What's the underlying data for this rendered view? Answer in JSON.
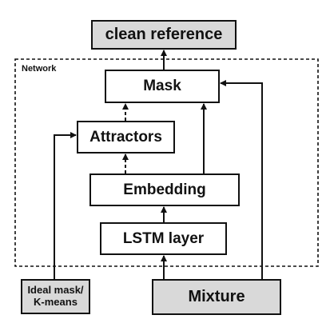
{
  "diagram": {
    "network_label": "Network",
    "nodes": {
      "clean_reference": "clean reference",
      "mask": "Mask",
      "attractors": "Attractors",
      "embedding": "Embedding",
      "lstm_layer": "LSTM layer",
      "ideal_mask_line1": "Ideal mask/",
      "ideal_mask_line2": "K-means",
      "mixture": "Mixture"
    },
    "colors": {
      "line": "#111111",
      "grey_box": "#d9d9d9",
      "white_box": "#ffffff"
    }
  }
}
